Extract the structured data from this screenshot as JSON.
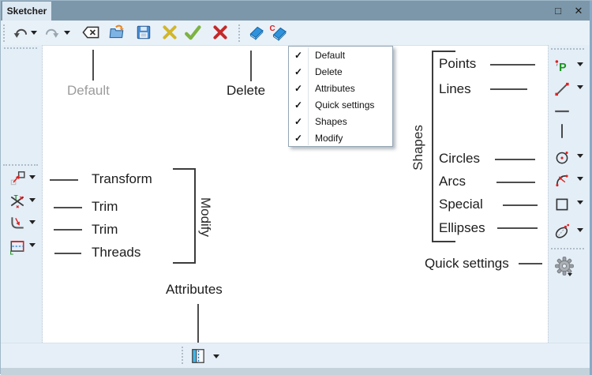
{
  "window": {
    "tab_title": "Sketcher",
    "maximize_glyph": "□",
    "close_glyph": "✕"
  },
  "menu": {
    "check_glyph": "✓",
    "items": [
      {
        "label": "Default",
        "checked": true
      },
      {
        "label": "Delete",
        "checked": true
      },
      {
        "label": "Attributes",
        "checked": true
      },
      {
        "label": "Quick settings",
        "checked": true
      },
      {
        "label": "Shapes",
        "checked": true
      },
      {
        "label": "Modify",
        "checked": true
      }
    ]
  },
  "callouts": {
    "default_label": "Default",
    "delete_label": "Delete",
    "attributes_label": "Attributes",
    "quick_settings_label": "Quick settings",
    "shapes_group": {
      "title": "Shapes",
      "items": [
        "Points",
        "Lines",
        "Circles",
        "Arcs",
        "Special",
        "Ellipses"
      ]
    },
    "modify_group": {
      "title": "Modify",
      "items": [
        "Transform",
        "Trim",
        "Trim",
        "Threads"
      ]
    }
  },
  "toolbars": {
    "top_icons": [
      "undo",
      "undo-dropdown",
      "redo",
      "redo-dropdown",
      "backspace-delete",
      "open-file",
      "save",
      "reject-cross",
      "accept-check",
      "delete-cross",
      "eraser",
      "color-eraser"
    ],
    "left_icons": [
      "transform",
      "trim",
      "corner-trim",
      "threads"
    ],
    "right_icons": [
      "point",
      "line",
      "horizontal-line",
      "vertical-line",
      "circle",
      "arc",
      "rectangle",
      "ellipse",
      "quick-settings-gear"
    ],
    "bottom_icons": [
      "attributes"
    ]
  },
  "colors": {
    "titlebar": "#7c97aa",
    "tab_bg": "#dce8f2",
    "toolbar_bg": "#e7f0f8",
    "canvas_bg": "#ffffff",
    "status_strip": "#c3d2db",
    "window_edge": "#85abc7",
    "callout_line": "#4d4d4d",
    "label_color": "#1c1c1c",
    "muted_label_color": "#9c9c9c",
    "menu_border": "#94a6b6"
  }
}
